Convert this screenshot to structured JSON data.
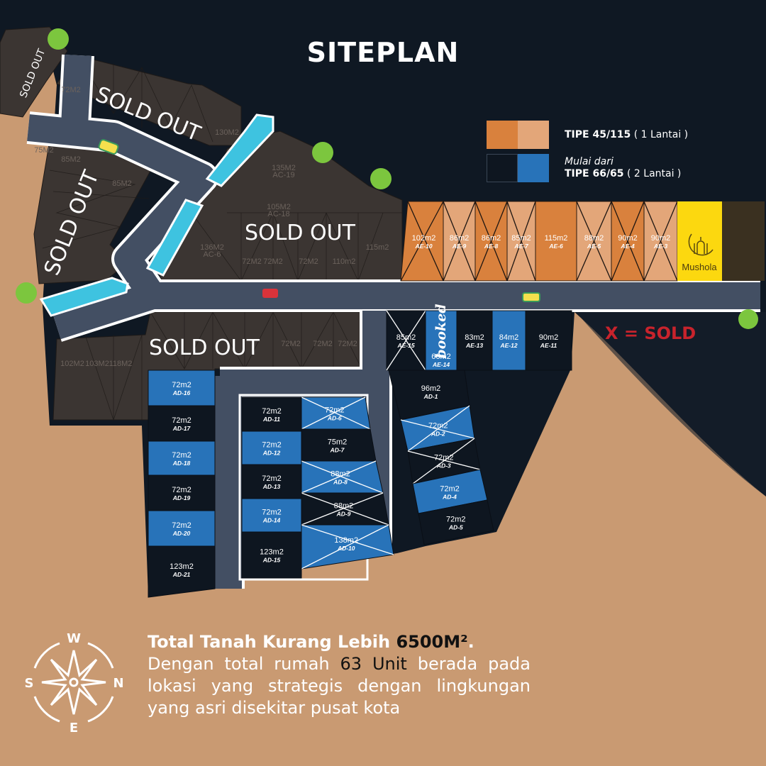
{
  "title": "SITEPLAN",
  "palette": {
    "night": "#0f1823",
    "land": "#c99a72",
    "soldout_block": "#3b3532",
    "road": "#434f63",
    "river": "#3ec3e0",
    "tree": "#7cc63e",
    "orange": "#d9813d",
    "light_orange": "#e3a679",
    "dark": "#0e1620",
    "blue": "#2873b9",
    "mushola": "#fcd80f",
    "sold_red": "#c8232c"
  },
  "legend": {
    "type1_label": "TIPE 45/115",
    "type1_note": "( 1 Lantai )",
    "type2_prefix": "Mulai dari",
    "type2_label": "TIPE 66/65",
    "type2_note": "( 2 Lantai )"
  },
  "sold_key": "X = SOLD",
  "sold_out_labels": [
    "SOLD OUT",
    "SOLD OUT",
    "SOLD OUT",
    "SOLD OUT",
    "SOLD OUT"
  ],
  "faded_lots": [
    "135M2",
    "AC-19",
    "105M2",
    "AC-18",
    "136M2",
    "AC-6",
    "72M2",
    "72M2",
    "72M2",
    "110m2",
    "115m2",
    "102M2",
    "103M2",
    "118M2",
    "72M2",
    "72M2",
    "72M2",
    "85M2",
    "85M2",
    "75M2",
    "72M2",
    "130M2"
  ],
  "mushola_label": "Mushola",
  "booked_label": "booked",
  "lots": {
    "ae_top": [
      {
        "area": "102m2",
        "id": "AE-10",
        "color": "orange",
        "sold": true
      },
      {
        "area": "86m2",
        "id": "AE-9",
        "color": "light_orange",
        "sold": true
      },
      {
        "area": "86m2",
        "id": "AE-8",
        "color": "orange",
        "sold": true
      },
      {
        "area": "85m2",
        "id": "AE-7",
        "color": "light_orange",
        "sold": true
      },
      {
        "area": "115m2",
        "id": "AE-6",
        "color": "orange",
        "sold": false
      },
      {
        "area": "88m2",
        "id": "AE-5",
        "color": "light_orange",
        "sold": true
      },
      {
        "area": "90m2",
        "id": "AE-4",
        "color": "orange",
        "sold": true
      },
      {
        "area": "90m2",
        "id": "AE-3",
        "color": "light_orange",
        "sold": true
      }
    ],
    "ae_bottom": [
      {
        "area": "85m2",
        "id": "AE-15",
        "color": "dark",
        "sold": true
      },
      {
        "area": "66m2",
        "id": "AE-14",
        "color": "blue",
        "sold": false
      },
      {
        "area": "83m2",
        "id": "AE-13",
        "color": "dark",
        "sold": false
      },
      {
        "area": "84m2",
        "id": "AE-12",
        "color": "blue",
        "sold": false
      },
      {
        "area": "90m2",
        "id": "AE-11",
        "color": "dark",
        "sold": false
      }
    ],
    "ad_right": [
      {
        "area": "96m2",
        "id": "AD-1",
        "color": "dark",
        "sold": false
      },
      {
        "area": "72m2",
        "id": "AD-2",
        "color": "blue",
        "sold": true
      },
      {
        "area": "72m2",
        "id": "AD-3",
        "color": "dark",
        "sold": true
      },
      {
        "area": "72m2",
        "id": "AD-4",
        "color": "blue",
        "sold": false
      },
      {
        "area": "72m2",
        "id": "AD-5",
        "color": "dark",
        "sold": false
      }
    ],
    "ad_mid_right": [
      {
        "area": "72m2",
        "id": "AD-6",
        "color": "blue",
        "sold": true
      },
      {
        "area": "75m2",
        "id": "AD-7",
        "color": "dark",
        "sold": false
      },
      {
        "area": "88m2",
        "id": "AD-8",
        "color": "blue",
        "sold": true
      },
      {
        "area": "88m2",
        "id": "AD-9",
        "color": "dark",
        "sold": true
      },
      {
        "area": "138m2",
        "id": "AD-10",
        "color": "blue",
        "sold": true
      }
    ],
    "ad_mid_left": [
      {
        "area": "72m2",
        "id": "AD-11",
        "color": "dark",
        "sold": false
      },
      {
        "area": "72m2",
        "id": "AD-12",
        "color": "blue",
        "sold": false
      },
      {
        "area": "72m2",
        "id": "AD-13",
        "color": "dark",
        "sold": false
      },
      {
        "area": "72m2",
        "id": "AD-14",
        "color": "blue",
        "sold": false
      },
      {
        "area": "123m2",
        "id": "AD-15",
        "color": "dark",
        "sold": false
      }
    ],
    "ad_left": [
      {
        "area": "72m2",
        "id": "AD-16",
        "color": "blue",
        "sold": false
      },
      {
        "area": "72m2",
        "id": "AD-17",
        "color": "dark",
        "sold": false
      },
      {
        "area": "72m2",
        "id": "AD-18",
        "color": "blue",
        "sold": false
      },
      {
        "area": "72m2",
        "id": "AD-19",
        "color": "dark",
        "sold": false
      },
      {
        "area": "72m2",
        "id": "AD-20",
        "color": "blue",
        "sold": false
      },
      {
        "area": "123m2",
        "id": "AD-21",
        "color": "dark",
        "sold": false
      }
    ]
  },
  "compass": {
    "w": "W",
    "s": "S",
    "n": "N",
    "e": "E"
  },
  "info": {
    "line1_a": "Total Tanah Kurang Lebih",
    "line1_value": "6500M²",
    "line1_end": ".",
    "line2_a": "Dengan total rumah",
    "line2_value": "63 Unit",
    "line2_b": "berada pada lokasi yang strategis dengan lingkungan yang asri disekitar pusat kota"
  }
}
